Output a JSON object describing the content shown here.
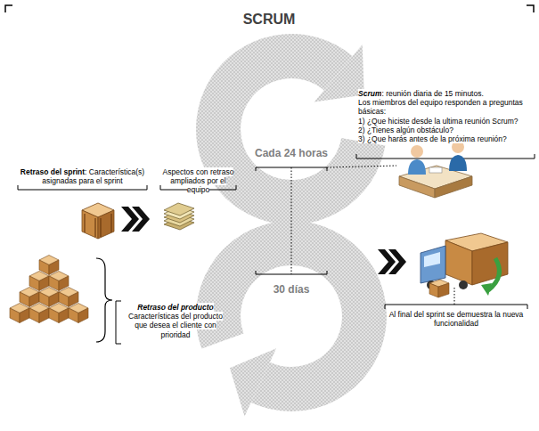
{
  "diagram": {
    "title": "SCRUM",
    "labels": [
      "Scrum",
      ": reunión diaria de 15 minutos.",
      "Los miembros del equipo responden a preguntas básicas:",
      "1) ¿Que hiciste desde la ultima reunión Scrum?",
      "2) ¿Tienes algún obstáculo?",
      "3) ¿Que harás antes de la próxima reunión?",
      "Cada 24 horas",
      "30 días",
      "Retraso del sprint",
      ": Característica(s) asignadas para el sprint",
      "Aspectos con retraso ampliados por el equipo",
      "Retraso del producto",
      "Características del producto que desea el cliente con prioridad",
      "Al final del sprint se demuestra la nueva funcionalidad"
    ]
  }
}
